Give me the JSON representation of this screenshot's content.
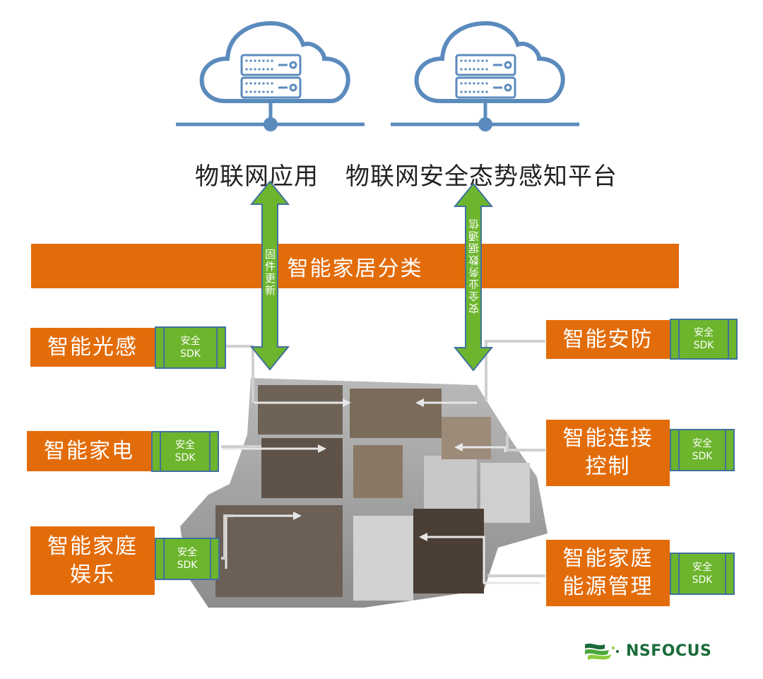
{
  "clouds": [
    {
      "title": "物联网应用",
      "icon": "cloud-server-icon"
    },
    {
      "title": "物联网安全态势感知平台",
      "icon": "cloud-server-icon"
    }
  ],
  "banner": {
    "label": "智能家居分类"
  },
  "arrows": [
    {
      "label": "固件更新",
      "direction": "bidirectional"
    },
    {
      "label": "安全业务数据通信",
      "direction": "bidirectional"
    }
  ],
  "categories_left": [
    {
      "label": "智能光感",
      "sdk_line1": "安全",
      "sdk_line2": "SDK"
    },
    {
      "label": "智能家电",
      "sdk_line1": "安全",
      "sdk_line2": "SDK"
    },
    {
      "label_line1": "智能家庭",
      "label_line2": "娱乐",
      "sdk_line1": "安全",
      "sdk_line2": "SDK"
    }
  ],
  "categories_right": [
    {
      "label": "智能安防",
      "sdk_line1": "安全",
      "sdk_line2": "SDK"
    },
    {
      "label_line1": "智能连接",
      "label_line2": "控制",
      "sdk_line1": "安全",
      "sdk_line2": "SDK"
    },
    {
      "label_line1": "智能家庭",
      "label_line2": "能源管理",
      "sdk_line1": "安全",
      "sdk_line2": "SDK"
    }
  ],
  "house_image": {
    "description": "3D floor plan of smart home"
  },
  "logo": {
    "text": "NSFOCUS",
    "icon": "nsfocus-flag-icon"
  },
  "colors": {
    "orange": "#e36c0a",
    "green": "#6cb52d",
    "blue_border": "#41719c",
    "cloud_blue": "#5b8bbd"
  }
}
